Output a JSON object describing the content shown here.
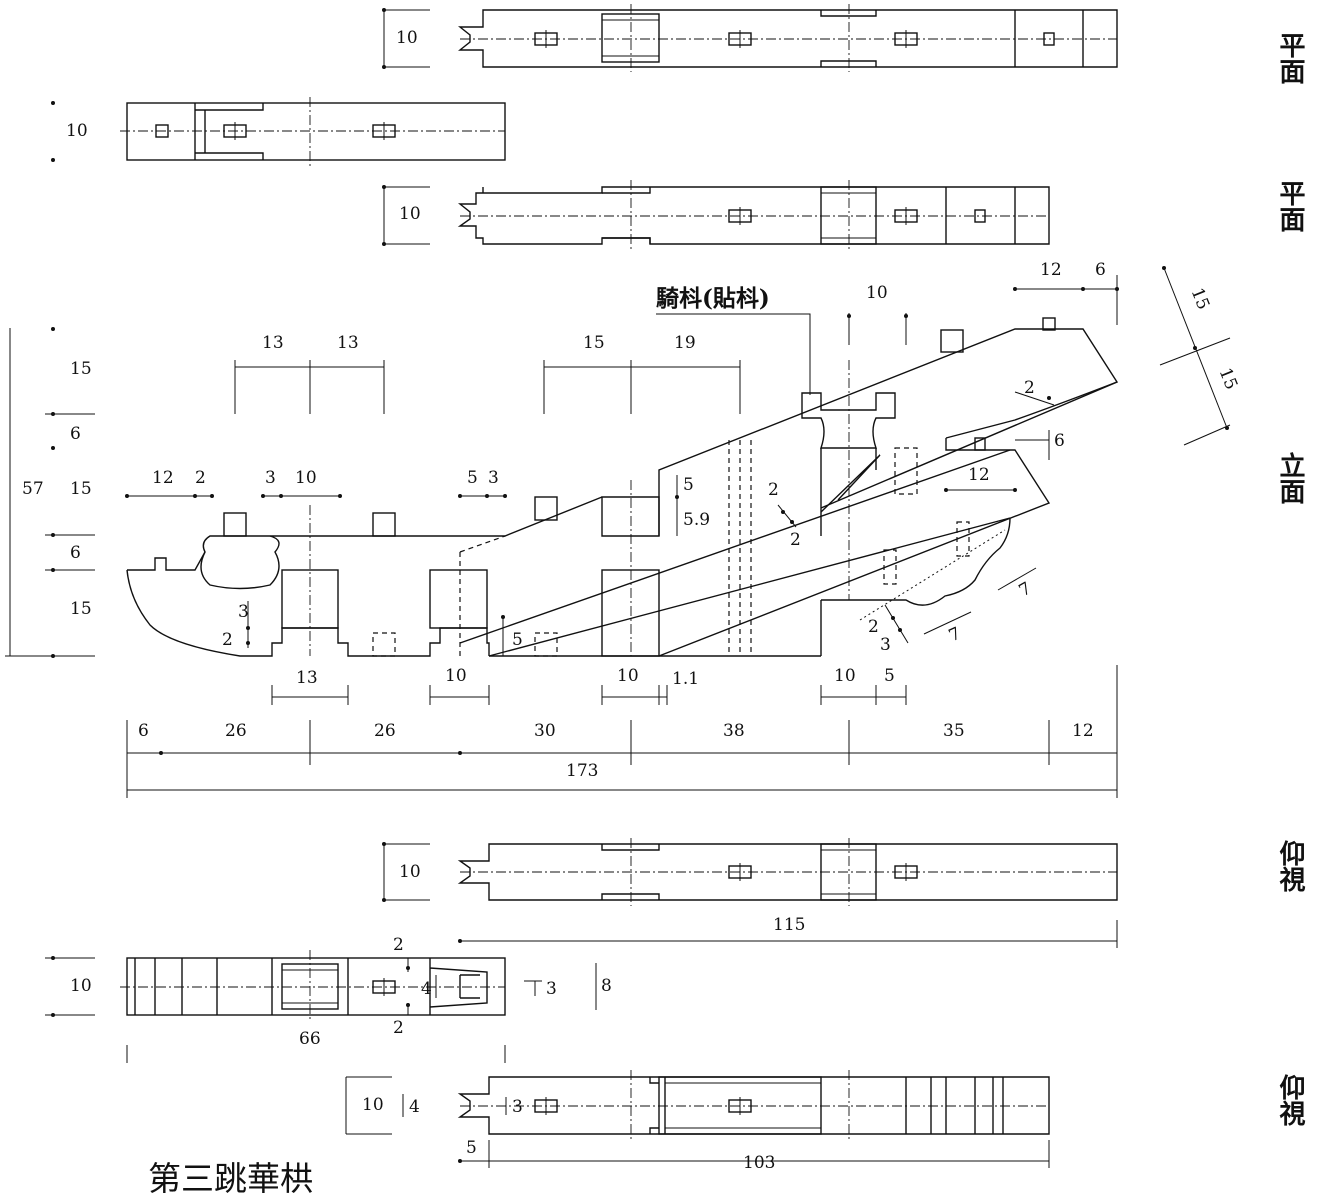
{
  "title": "第三跳華栱",
  "view_labels": {
    "plan_top": "平面",
    "plan_second": "平面",
    "elevation": "立面",
    "bottom_first": "仰視",
    "bottom_second": "仰視"
  },
  "callout": "騎枓(貼枓)",
  "dims": {
    "p1_width": "10",
    "p2_width": "10",
    "p3_width": "10",
    "e_12a": "12",
    "e_6a": "6",
    "e_10top": "10",
    "e_15d1": "15",
    "e_15d2": "15",
    "e_13a": "13",
    "e_13b": "13",
    "e_15a": "15",
    "e_19": "19",
    "v_15a": "15",
    "v_6a": "6",
    "v_15b": "15",
    "v_6b": "6",
    "v_15c": "15",
    "v_57": "57",
    "e_12b": "12",
    "e_2a": "2",
    "e_3a": "3",
    "e_10a": "10",
    "e_5a": "5",
    "e_3b": "3",
    "e_5b": "5",
    "e_5_9": "5.9",
    "e_2b": "2",
    "e_2c": "2",
    "e_2d": "2",
    "e_6b": "6",
    "e_12c": "12",
    "e_3c": "3",
    "e_2e": "2",
    "e_5c": "5",
    "e_2f": "2",
    "e_3d": "3",
    "e_7a": "7",
    "e_7b": "7",
    "e_13c": "13",
    "e_10b": "10",
    "e_10c": "10",
    "e_1_1": "1.1",
    "e_10d": "10",
    "e_5d": "5",
    "s_6": "6",
    "s_26a": "26",
    "s_26b": "26",
    "s_30": "30",
    "s_38": "38",
    "s_35": "35",
    "s_12": "12",
    "s_173": "173",
    "b1_width": "10",
    "b1_115": "115",
    "b2_width": "10",
    "b2_2a": "2",
    "b2_4": "4",
    "b2_2b": "2",
    "b2_3": "3",
    "b2_8": "8",
    "b2_66": "66",
    "b3_width": "10",
    "b3_4": "4",
    "b3_3": "3",
    "b3_5": "5",
    "b3_103": "103"
  }
}
